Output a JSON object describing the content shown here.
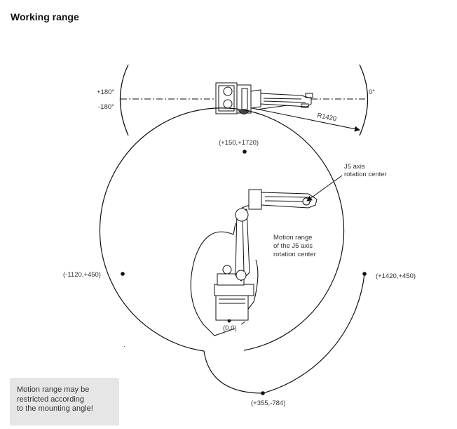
{
  "title": "Working range",
  "top_view": {
    "angle_plus": "+180°",
    "angle_minus": "-180°",
    "angle_zero": "0°",
    "radius": "R1420"
  },
  "side_view": {
    "point_top": "(+150,+1720)",
    "point_left": "(-1120,+450)",
    "point_right": "(+1420,+450)",
    "point_bottom": "(+355,-784)",
    "origin": "(0,0)",
    "j5_label": [
      "J5 axis",
      "rotation center"
    ],
    "motion_label": [
      "Motion range",
      "of the J5 axis",
      "rotation center"
    ]
  },
  "note": [
    "Motion range may be",
    "restricted according",
    "to the mounting angle!"
  ]
}
